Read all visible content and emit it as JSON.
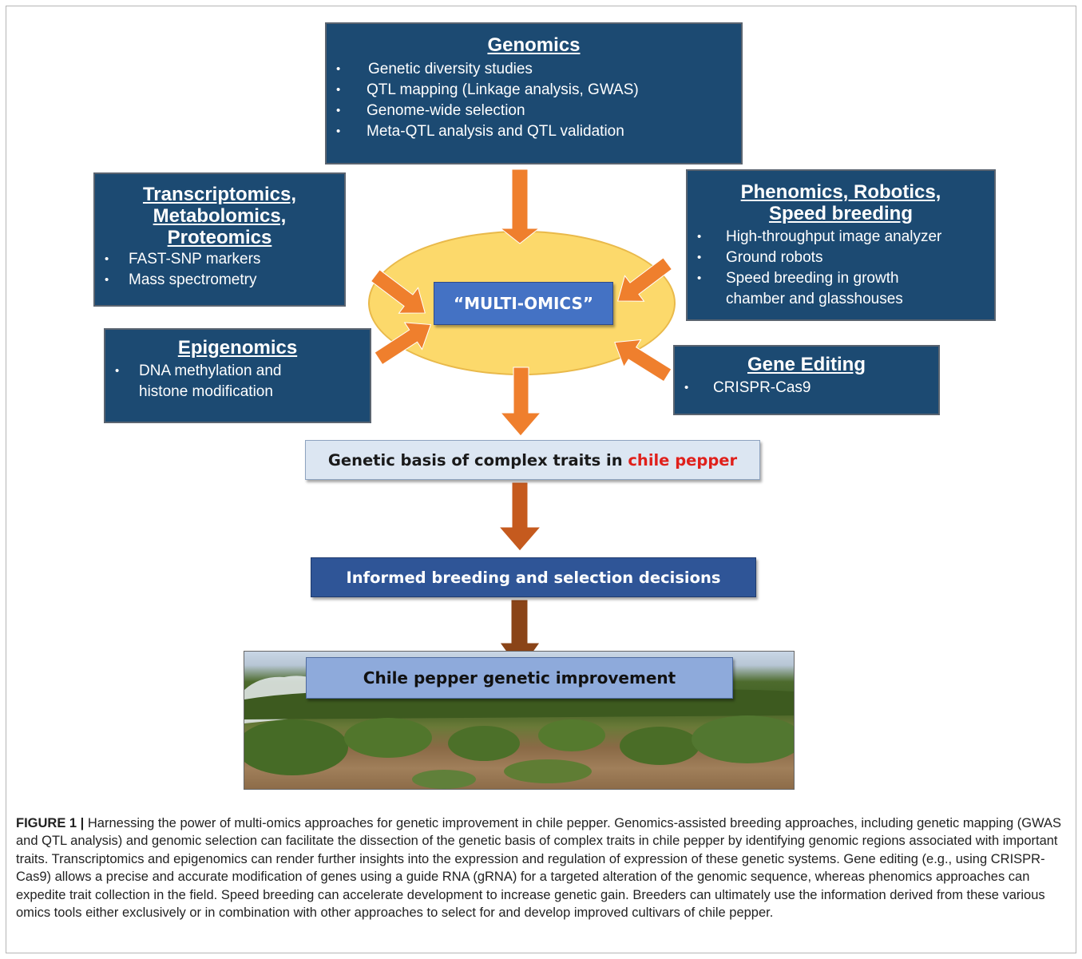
{
  "genomics": {
    "title": "Genomics",
    "items": [
      "Genetic diversity studies",
      "QTL mapping (Linkage analysis, GWAS)",
      "Genome-wide selection",
      "Meta-QTL analysis and QTL validation"
    ]
  },
  "transcriptomics": {
    "title_lines": [
      "Transcriptomics,",
      "Metabolomics,",
      "Proteomics"
    ],
    "items": [
      "FAST-SNP markers",
      "Mass spectrometry"
    ]
  },
  "phenomics": {
    "title_lines": [
      "Phenomics, Robotics,",
      "Speed breeding"
    ],
    "items": [
      "High-throughput image analyzer",
      "Ground robots",
      "Speed breeding in growth chamber and glasshouses"
    ]
  },
  "epigenomics": {
    "title": "Epigenomics",
    "items": [
      "DNA methylation and histone modification"
    ]
  },
  "gene_editing": {
    "title": "Gene Editing",
    "items": [
      "CRISPR-Cas9"
    ]
  },
  "multi_omics": {
    "label": "“MULTI-OMICS”"
  },
  "genetic_basis": {
    "prefix": "Genetic basis of complex traits in ",
    "highlight": "chile pepper"
  },
  "informed": {
    "label": "Informed breeding and selection decisions"
  },
  "improvement": {
    "label": "Chile pepper genetic improvement"
  },
  "caption": {
    "label": "FIGURE 1 |",
    "text": " Harnessing the power of multi-omics approaches for genetic improvement in chile pepper. Genomics-assisted breeding approaches, including genetic mapping (GWAS and QTL analysis) and genomic selection can facilitate the dissection of the genetic basis of complex traits in chile pepper by identifying genomic regions associated with important traits. Transcriptomics and epigenomics can render further insights into the expression and regulation of expression of these genetic systems. Gene editing (e.g., using CRISPR-Cas9) allows a precise and accurate modification of genes using a guide RNA (gRNA) for a targeted alteration of the genomic sequence, whereas phenomics approaches can expedite trait collection in the field. Speed breeding can accelerate development to increase genetic gain. Breeders can ultimately use the information derived from these various omics tools either exclusively or in combination with other approaches to select for and develop improved cultivars of chile pepper."
  },
  "colors": {
    "box_fill": "#1c4a72",
    "ellipse_fill": "#fcd96b",
    "arrow_orange": "#ef7f2d",
    "arrow_brown": "#c55a1e",
    "highlight_red": "#e0201b"
  }
}
